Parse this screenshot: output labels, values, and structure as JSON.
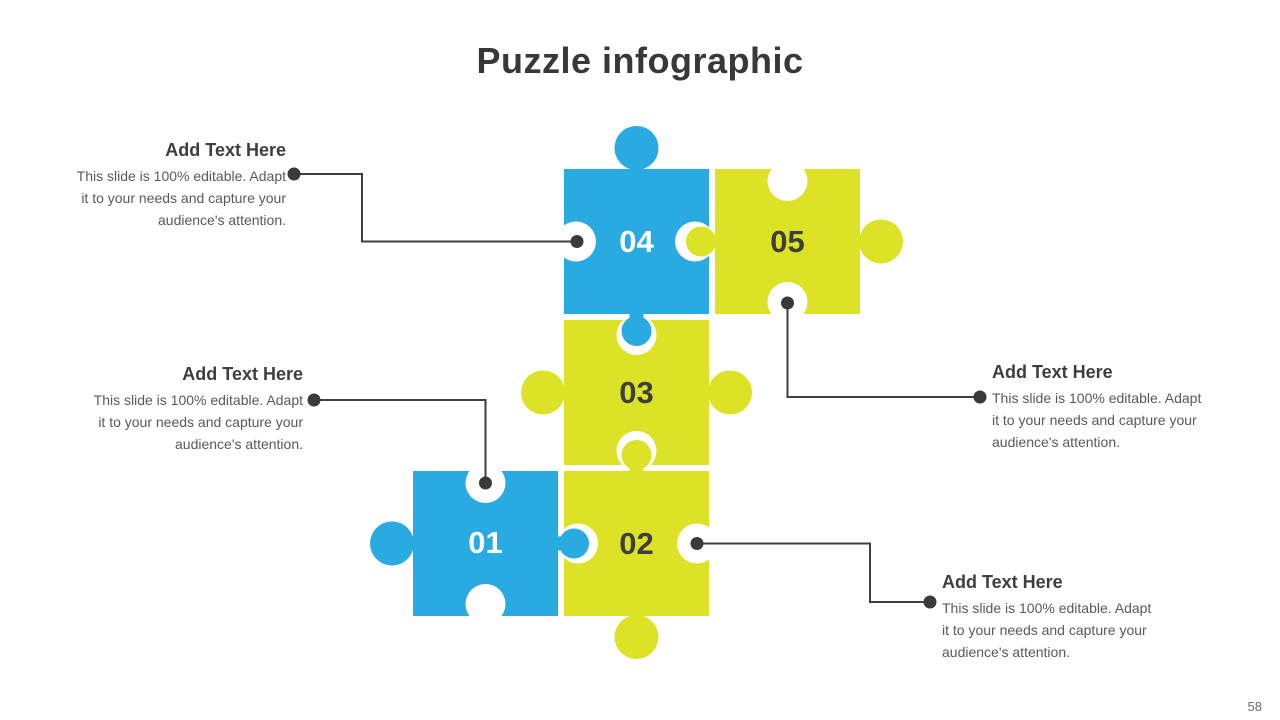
{
  "slide": {
    "title": "Puzzle infographic",
    "page_number": "58"
  },
  "colors": {
    "blue": "#29ABE2",
    "yellow": "#DDE226",
    "connector": "#3F3F3F",
    "dot": "#3A3A3A",
    "heading_text": "#3E3E3E",
    "body_text": "#595959",
    "title_text": "#383838"
  },
  "pieces": [
    {
      "id": "01",
      "label": "01",
      "fill": "#29ABE2",
      "number_color": "#FFFFFF"
    },
    {
      "id": "02",
      "label": "02",
      "fill": "#DDE226",
      "number_color": "#3E3E3E"
    },
    {
      "id": "03",
      "label": "03",
      "fill": "#DDE226",
      "number_color": "#3E3E3E"
    },
    {
      "id": "04",
      "label": "04",
      "fill": "#29ABE2",
      "number_color": "#FFFFFF"
    },
    {
      "id": "05",
      "label": "05",
      "fill": "#DDE226",
      "number_color": "#3E3E3E"
    }
  ],
  "callouts": [
    {
      "position": "top-left",
      "heading": "Add Text Here",
      "body_lines": [
        "This slide is 100% editable. Adapt",
        "it to your needs and capture your",
        "audience's attention."
      ]
    },
    {
      "position": "middle-left",
      "heading": "Add Text Here",
      "body_lines": [
        "This slide is 100% editable. Adapt",
        "it to your needs and capture your",
        "audience's attention."
      ]
    },
    {
      "position": "middle-right",
      "heading": "Add Text Here",
      "body_lines": [
        "This slide is 100% editable. Adapt",
        "it to your needs and capture your",
        "audience's attention."
      ]
    },
    {
      "position": "bottom-right",
      "heading": "Add Text Here",
      "body_lines": [
        "This slide is 100% editable. Adapt",
        "it to your needs and capture your",
        "audience's attention."
      ]
    }
  ]
}
